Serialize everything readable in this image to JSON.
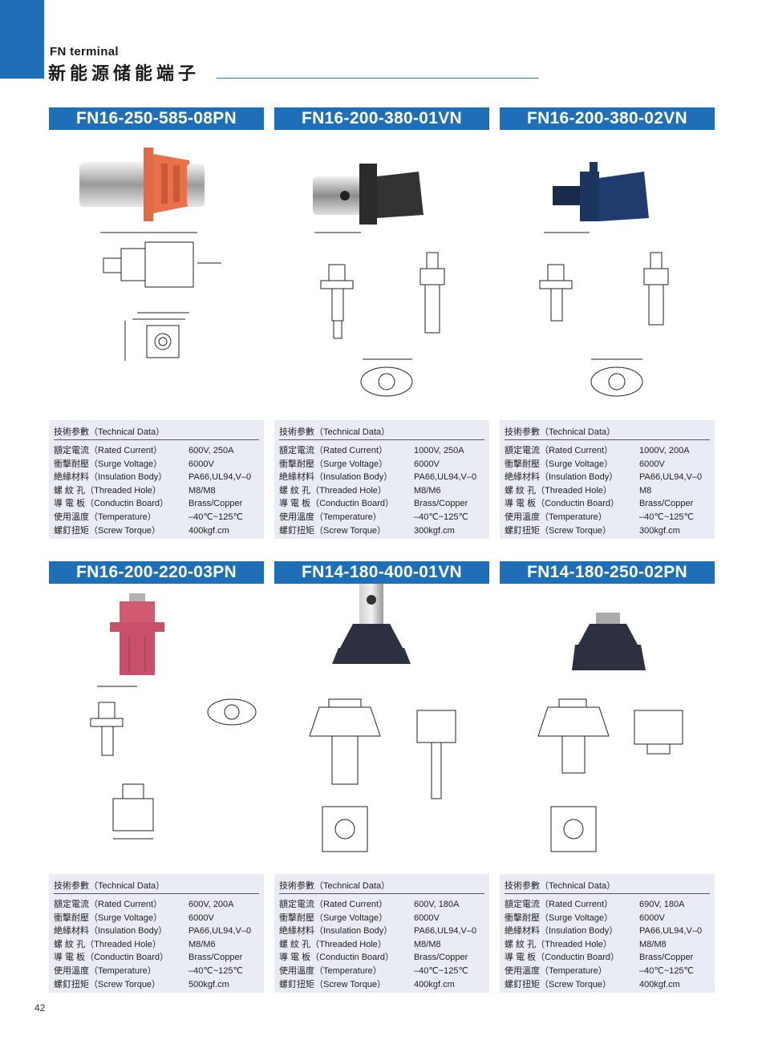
{
  "header": {
    "brand_en": "FN terminal",
    "brand_cn": "新能源储能端子",
    "accent_color": "#1f6fb8"
  },
  "spec_header": "技術参數（Technical Data）",
  "spec_labels": [
    "額定電流（Rated Current）",
    "衝擊耐壓（Surge Voltage）",
    "絶緣材料（Insulation Body）",
    "螺  紋  孔（Threaded Hole）",
    "導  電  板（Conductin Board）",
    "使用溫度（Temperature）",
    "螺釘扭矩（Screw Torque）"
  ],
  "products": [
    {
      "title": "FN16-250-585-08PN",
      "body_color": "#e8704a",
      "values": [
        "600V, 250A",
        "6000V",
        "PA66,UL94,V–0",
        "M8/M8",
        "Brass/Copper",
        "–40℃~125℃",
        "400kgf.cm"
      ]
    },
    {
      "title": "FN16-200-380-01VN",
      "body_color": "#2b2b2b",
      "values": [
        "1000V, 250A",
        "6000V",
        "PA66,UL94,V–0",
        "M8/M6",
        "Brass/Copper",
        "–40℃~125℃",
        "300kgf.cm"
      ]
    },
    {
      "title": "FN16-200-380-02VN",
      "body_color": "#1c3460",
      "values": [
        "1000V, 200A",
        "6000V",
        "PA66,UL94,V–0",
        "M8",
        "Brass/Copper",
        "–40℃~125℃",
        "300kgf.cm"
      ]
    },
    {
      "title": "FN16-200-220-03PN",
      "body_color": "#c9506a",
      "values": [
        "600V, 200A",
        "6000V",
        "PA66,UL94,V–0",
        "M8/M6",
        "Brass/Copper",
        "–40℃~125℃",
        "500kgf.cm"
      ]
    },
    {
      "title": "FN14-180-400-01VN",
      "body_color": "#2c3040",
      "values": [
        "600V, 180A",
        "6000V",
        "PA66,UL94,V–0",
        "M8/M8",
        "Brass/Copper",
        "–40℃~125℃",
        "400kgf.cm"
      ]
    },
    {
      "title": "FN14-180-250-02PN",
      "body_color": "#2c3040",
      "values": [
        "690V, 180A",
        "6000V",
        "PA66,UL94,V–0",
        "M8/M8",
        "Brass/Copper",
        "–40℃~125℃",
        "400kgf.cm"
      ]
    }
  ],
  "page_number": "42"
}
